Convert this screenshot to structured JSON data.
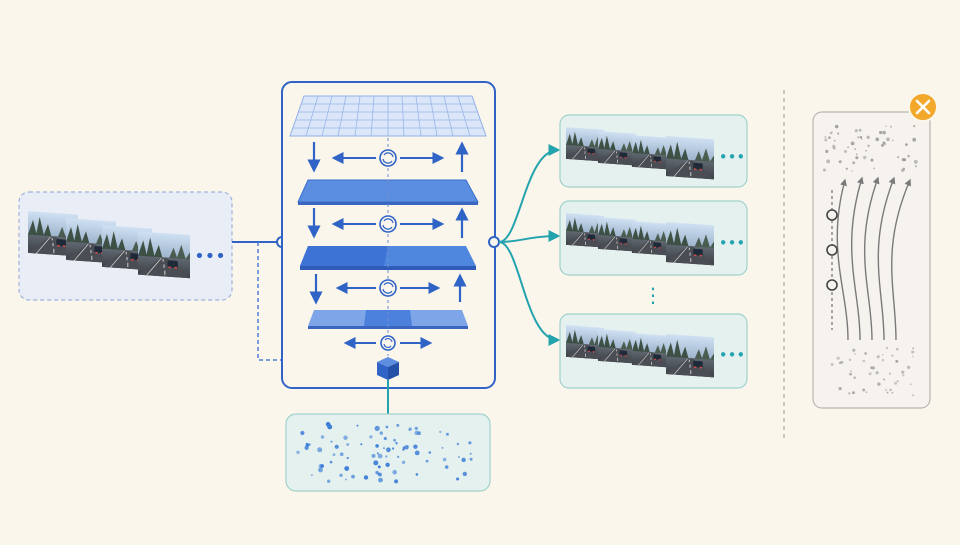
{
  "diagram": {
    "input_clip": {
      "frames": 4,
      "more_indicator": "•••"
    },
    "encoder": {
      "levels": 4,
      "cross_scale_symbol": "⟳",
      "latent_token": "cube"
    },
    "noise_source": {
      "pattern": "scattered-dots"
    },
    "output_clips": {
      "count_shown": 3,
      "frames_per_clip": 4,
      "more_indicator": "•••",
      "vertical_ellipsis": "⋮"
    },
    "flow_panel": {
      "trajectories": 5,
      "path_nodes": 3,
      "badge_icon": "close-icon"
    },
    "colors": {
      "background": "#fbf6ec",
      "blue_accent": "#2f63c6",
      "blue_light": "#c9dbf6",
      "teal_accent": "#23a3ad",
      "teal_panel": "#e4f1ee",
      "badge_orange": "#f2a82a",
      "gray_stroke": "#8a8a8a"
    }
  }
}
